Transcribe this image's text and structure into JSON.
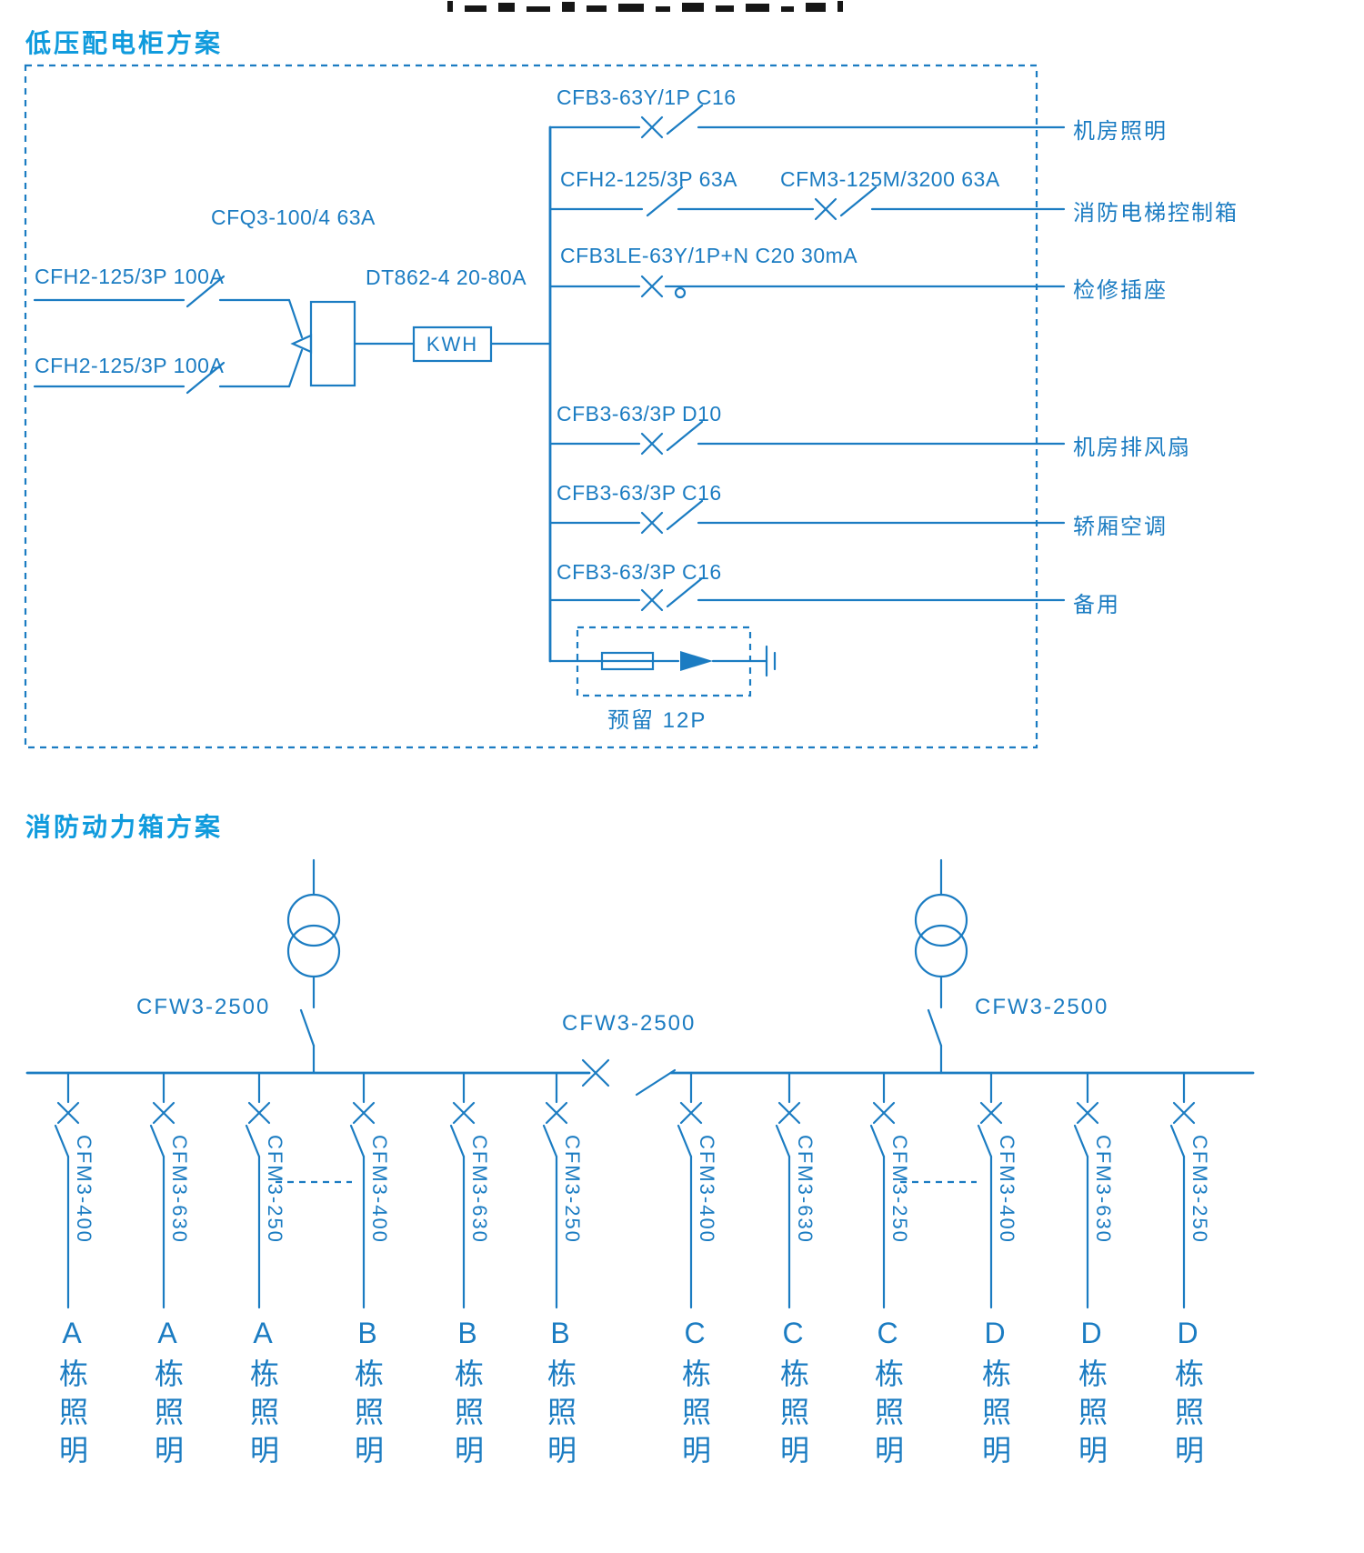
{
  "colors": {
    "diagram": "#1b7cc2",
    "title": "#109bdd"
  },
  "top_section": {
    "title": "低压配电柜方案",
    "incoming_1": "CFH2-125/3P 100A",
    "incoming_2": "CFH2-125/3P 100A",
    "transfer_switch": "CFQ3-100/4 63A",
    "meter": "DT862-4 20-80A",
    "meter_box": "KWH",
    "branches": [
      {
        "spec": "CFB3-63Y/1P C16",
        "load": "机房照明"
      },
      {
        "spec": "CFH2-125/3P 63A",
        "spec2": "CFM3-125M/3200 63A",
        "load": "消防电梯控制箱"
      },
      {
        "spec": "CFB3LE-63Y/1P+N C20 30mA",
        "load": "检修插座"
      },
      {
        "spec": "CFB3-63/3P D10",
        "load": "机房排风扇"
      },
      {
        "spec": "CFB3-63/3P C16",
        "load": "轿厢空调"
      },
      {
        "spec": "CFB3-63/3P C16",
        "load": "备用"
      }
    ],
    "reserved": "预留 12P"
  },
  "bottom_section": {
    "title": "消防动力箱方案",
    "main_breaker_left": "CFW3-2500",
    "tie_breaker": "CFW3-2500",
    "main_breaker_right": "CFW3-2500",
    "feeders": [
      {
        "breaker": "CFM3-400",
        "load": "A栋照明"
      },
      {
        "breaker": "CFM3-630",
        "load": "A栋照明"
      },
      {
        "breaker": "CFM3-250",
        "load": "A栋照明"
      },
      {
        "breaker": "CFM3-400",
        "load": "B栋照明"
      },
      {
        "breaker": "CFM3-630",
        "load": "B栋照明"
      },
      {
        "breaker": "CFM3-250",
        "load": "B栋照明"
      },
      {
        "breaker": "CFM3-400",
        "load": "C栋照明"
      },
      {
        "breaker": "CFM3-630",
        "load": "C栋照明"
      },
      {
        "breaker": "CFM3-250",
        "load": "C栋照明"
      },
      {
        "breaker": "CFM3-400",
        "load": "D栋照明"
      },
      {
        "breaker": "CFM3-630",
        "load": "D栋照明"
      },
      {
        "breaker": "CFM3-250",
        "load": "D栋照明"
      }
    ]
  }
}
